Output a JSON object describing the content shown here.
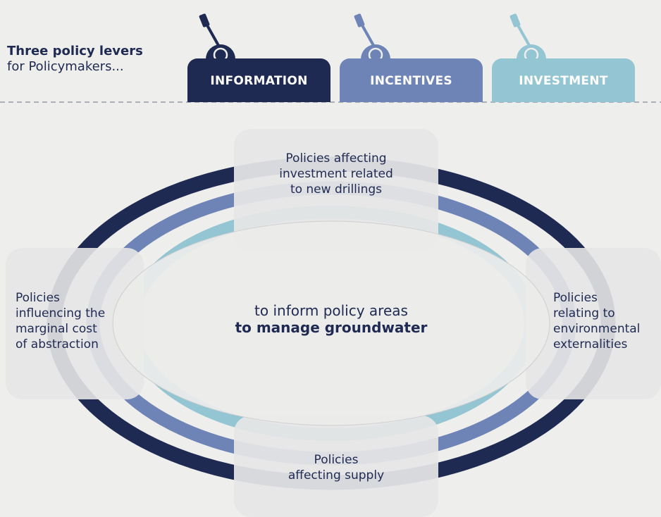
{
  "header": {
    "title": "Three policy levers",
    "subtitle": "for Policymakers..."
  },
  "levers": [
    {
      "label": "INFORMATION",
      "color": "#1f2a52"
    },
    {
      "label": "INCENTIVES",
      "color": "#6e84b6"
    },
    {
      "label": "INVESTMENT",
      "color": "#93c5d2"
    }
  ],
  "center": {
    "line1": "to inform policy areas",
    "line2": "to manage groundwater"
  },
  "policy_areas": {
    "top": [
      "Policies affecting",
      "investment related",
      "to new drillings"
    ],
    "left": [
      "Policies",
      "influencing the",
      "marginal cost",
      "of abstraction"
    ],
    "right": [
      "Policies",
      "relating to",
      "environmental",
      "externalities"
    ],
    "bottom": [
      "Policies",
      "affecting supply"
    ]
  },
  "colors": {
    "ring_outer": "#1f2a52",
    "ring_middle": "#6e84b6",
    "ring_inner": "#93c5d2",
    "panel": "#e3e3e3",
    "background": "#eeeeed"
  }
}
